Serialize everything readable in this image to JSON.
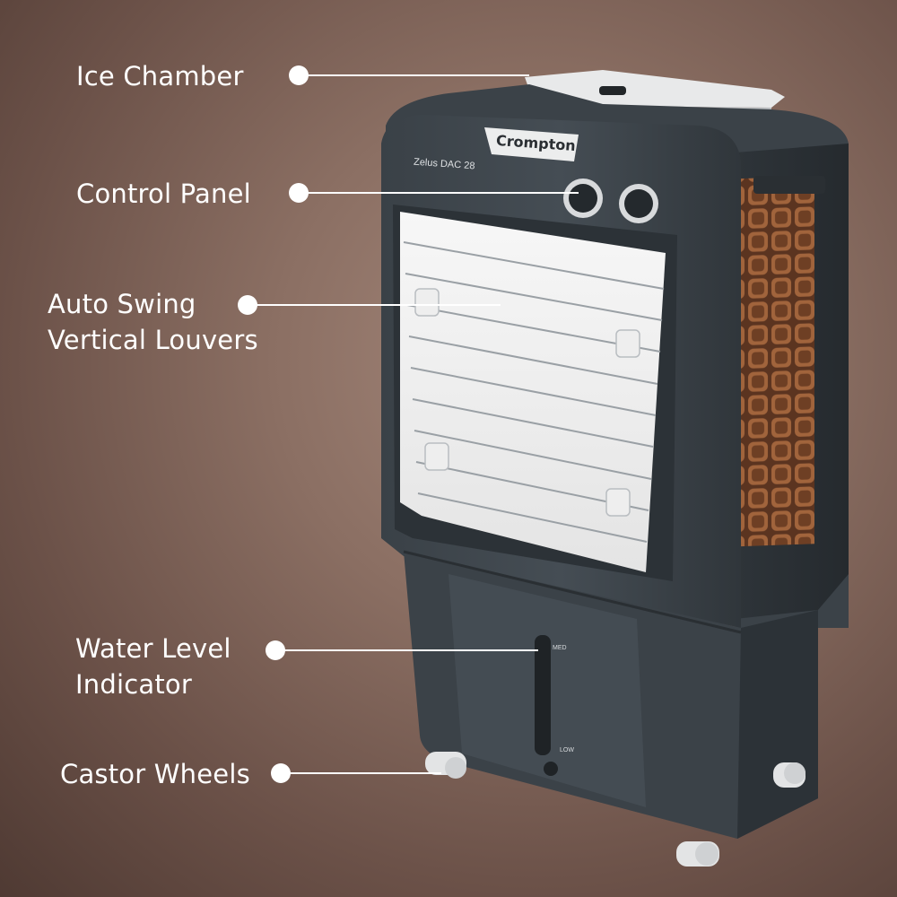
{
  "callouts": [
    {
      "id": "ice-chamber",
      "text": "Ice Chamber"
    },
    {
      "id": "control-panel",
      "text": "Control Panel"
    },
    {
      "id": "louvers",
      "text": "Auto Swing\nVertical Louvers",
      "line1": "Auto Swing",
      "line2": "Vertical Louvers"
    },
    {
      "id": "water-level",
      "text": "Water Level\nIndicator",
      "line1": "Water Level",
      "line2": "Indicator"
    },
    {
      "id": "castor-wheels",
      "text": "Castor Wheels"
    }
  ],
  "product": {
    "brand": "Crompton",
    "model": "Zelus DAC 28",
    "gauge_high": "MED",
    "gauge_low": "LOW",
    "colors": {
      "body": "#3d454c",
      "body_dark": "#2c3237",
      "louver": "#f2f2f2",
      "pad": "#8a5230",
      "accent": "#ffffff"
    }
  }
}
